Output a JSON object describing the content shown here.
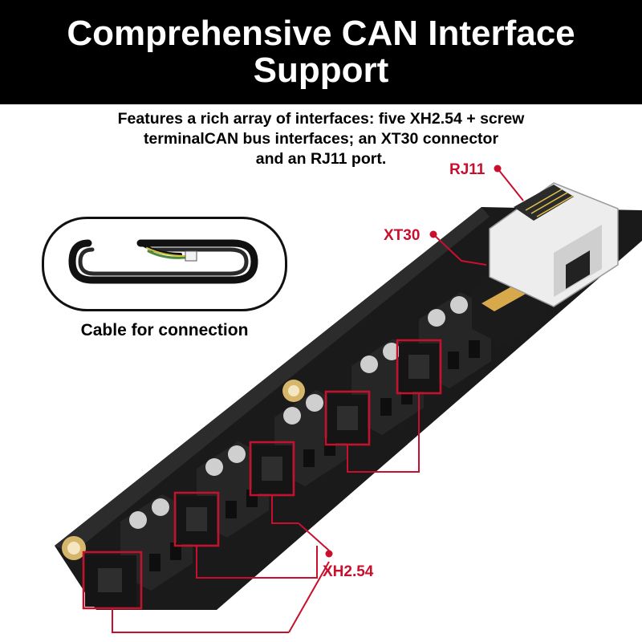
{
  "header": {
    "title": "Comprehensive CAN Interface Support"
  },
  "description": {
    "lines": [
      "Features a rich array of interfaces: five XH2.54 + screw",
      "terminalCAN bus interfaces; an XT30 connector",
      "and an RJ11 port."
    ]
  },
  "cable": {
    "caption": "Cable for connection",
    "icon": "cable-icon"
  },
  "callouts": {
    "rj11": "RJ11",
    "xt30": "XT30",
    "xh254": "XH2.54"
  },
  "colors": {
    "banner": "#000000",
    "banner_text": "#ffffff",
    "accent": "#c8102e",
    "board": "#1c1c1c",
    "terminal": "#262626"
  }
}
